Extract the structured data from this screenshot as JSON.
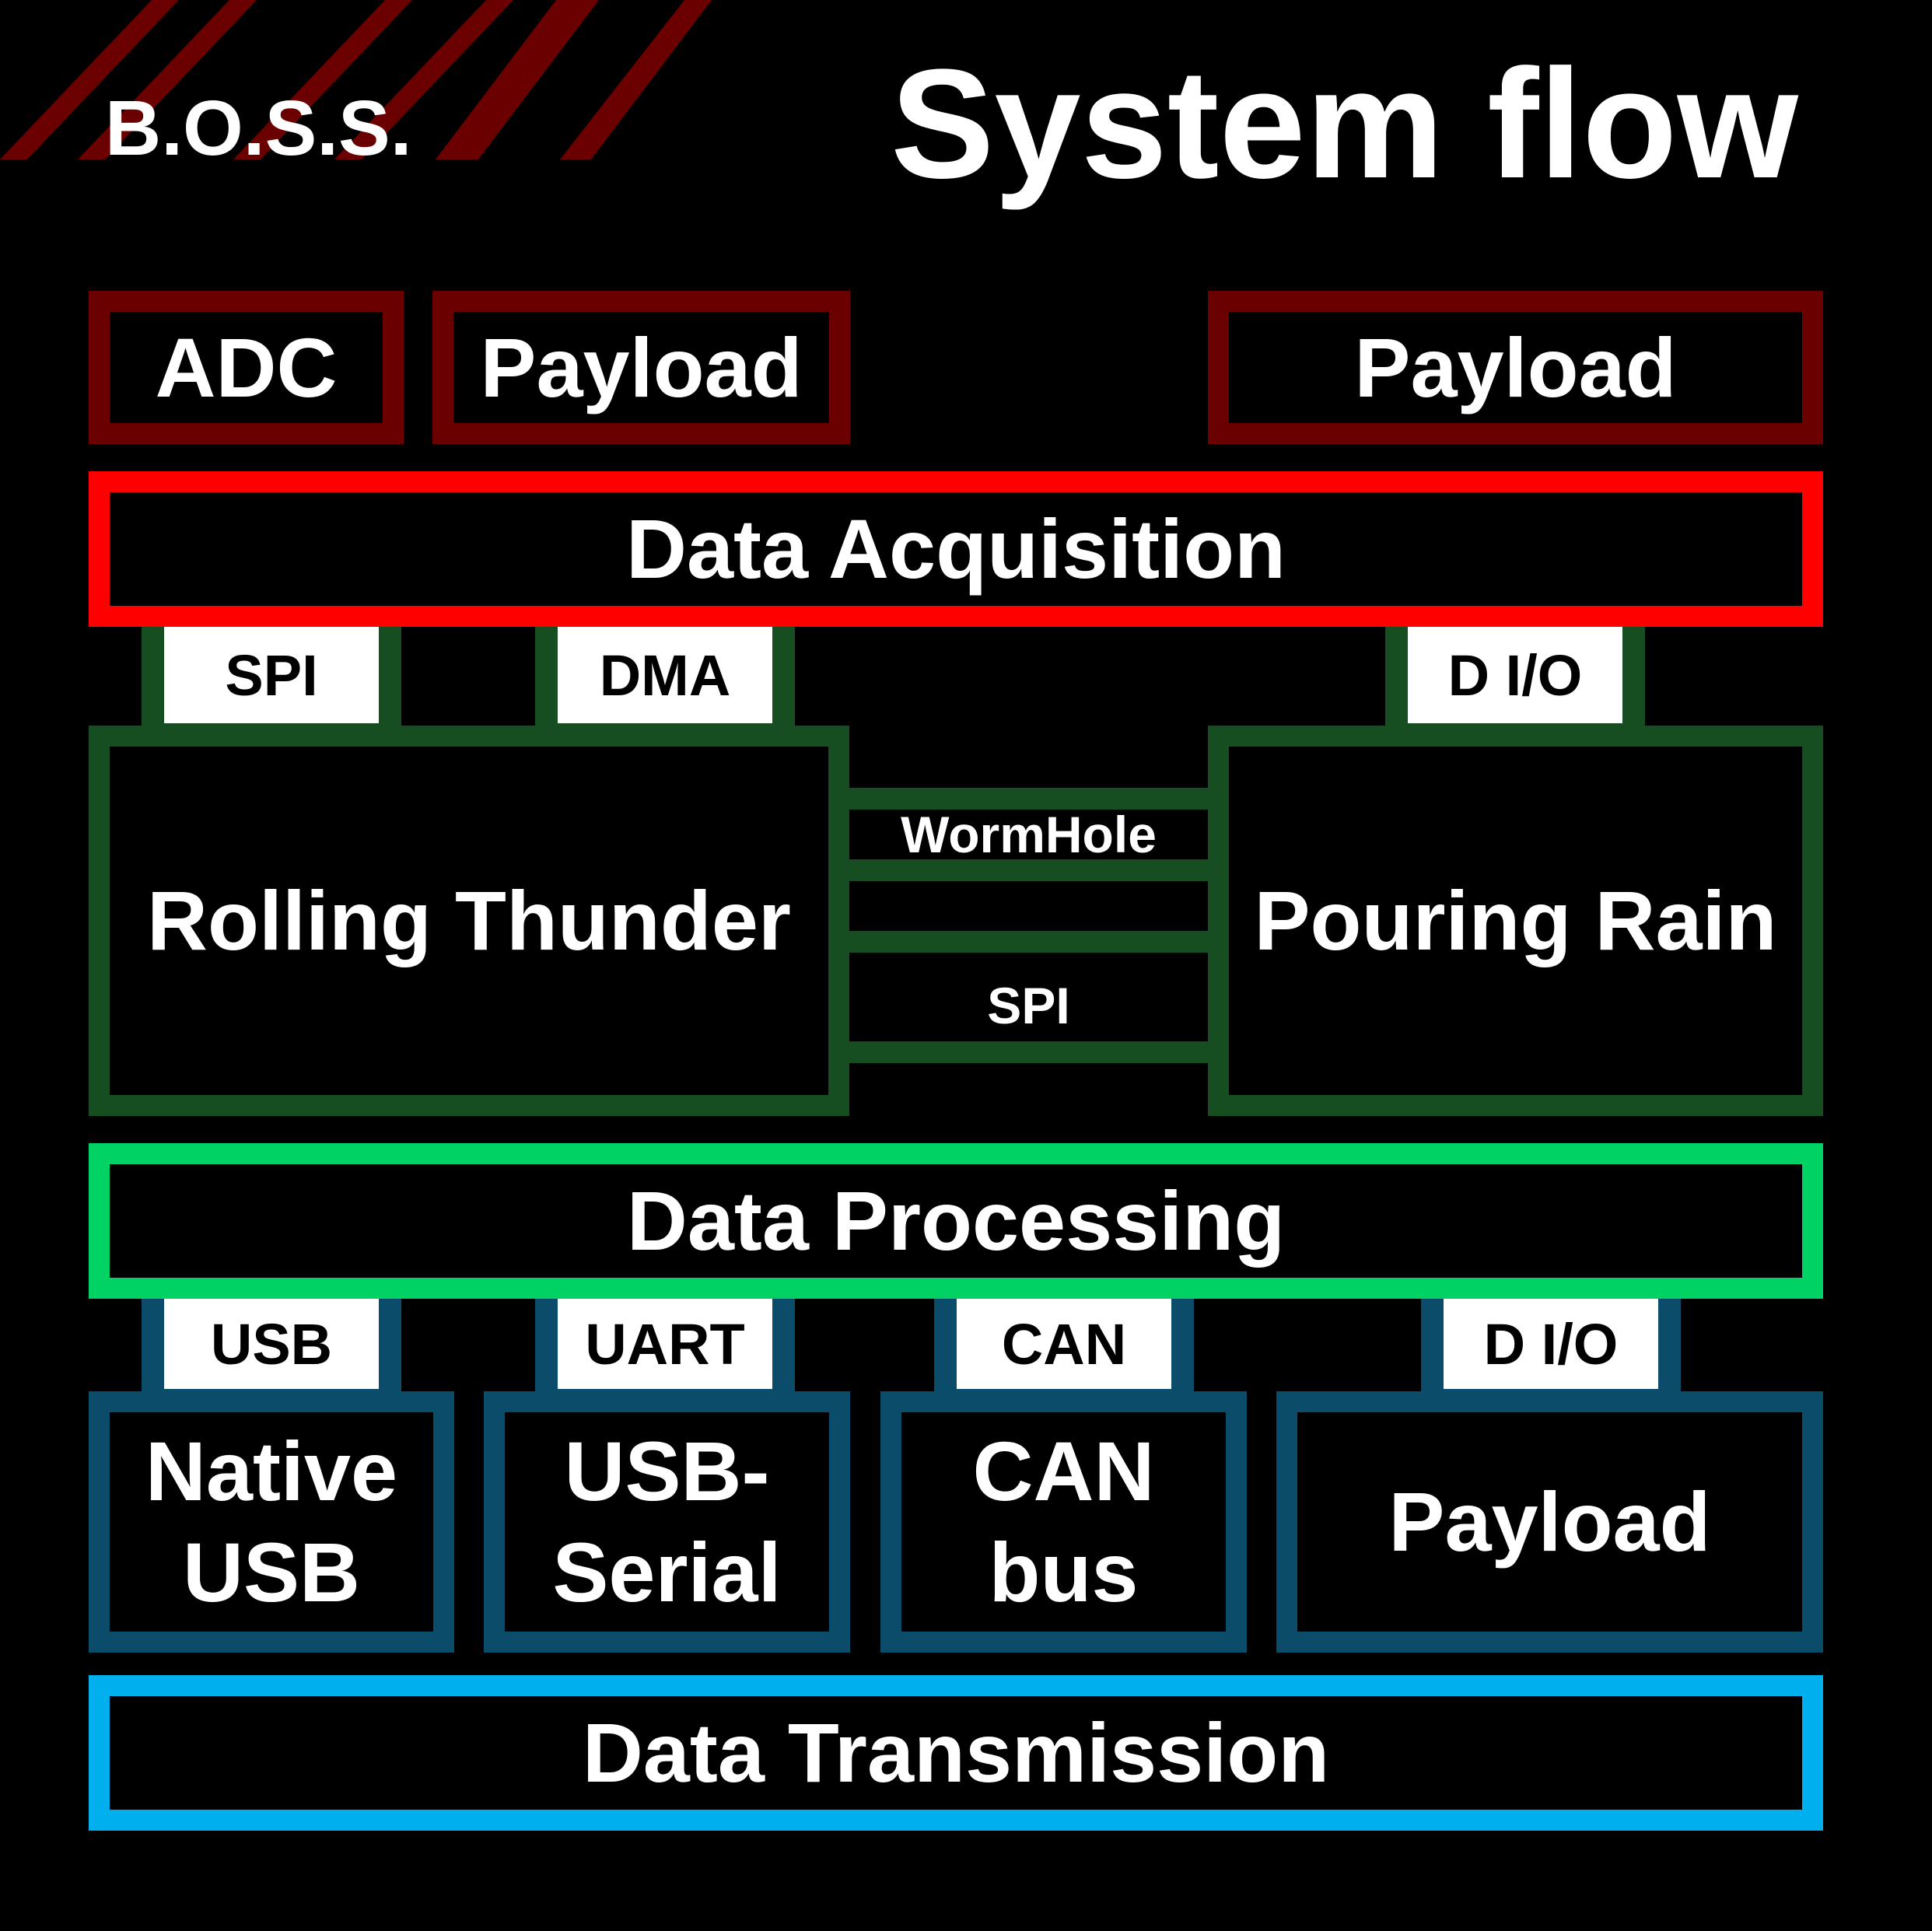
{
  "logo": {
    "text": "B.O.S.S."
  },
  "title": "System flow",
  "sources": {
    "adc": "ADC",
    "payload_left": "Payload",
    "payload_right": "Payload"
  },
  "acquisition": {
    "label": "Data Acquisition"
  },
  "acq_connectors": {
    "spi": "SPI",
    "dma": "DMA",
    "dio": "D I/O"
  },
  "processors": {
    "rolling_thunder": "Rolling Thunder",
    "pouring_rain": "Pouring Rain",
    "wormhole": "WormHole",
    "spi": "SPI"
  },
  "processing": {
    "label": "Data Processing"
  },
  "proc_connectors": {
    "usb": "USB",
    "uart": "UART",
    "can": "CAN",
    "dio": "D I/O"
  },
  "outputs": {
    "native_usb_1": "Native",
    "native_usb_2": "USB",
    "usb_serial_1": "USB-",
    "usb_serial_2": "Serial",
    "can_bus_1": "CAN",
    "can_bus_2": "bus",
    "payload": "Payload"
  },
  "transmission": {
    "label": "Data Transmission"
  },
  "colors": {
    "background": "#000000",
    "dark_red": "#6b0000",
    "red": "#ff0000",
    "dark_green": "#174e21",
    "bright_green": "#00d263",
    "teal": "#0b4c6a",
    "blue": "#00b0ee"
  }
}
